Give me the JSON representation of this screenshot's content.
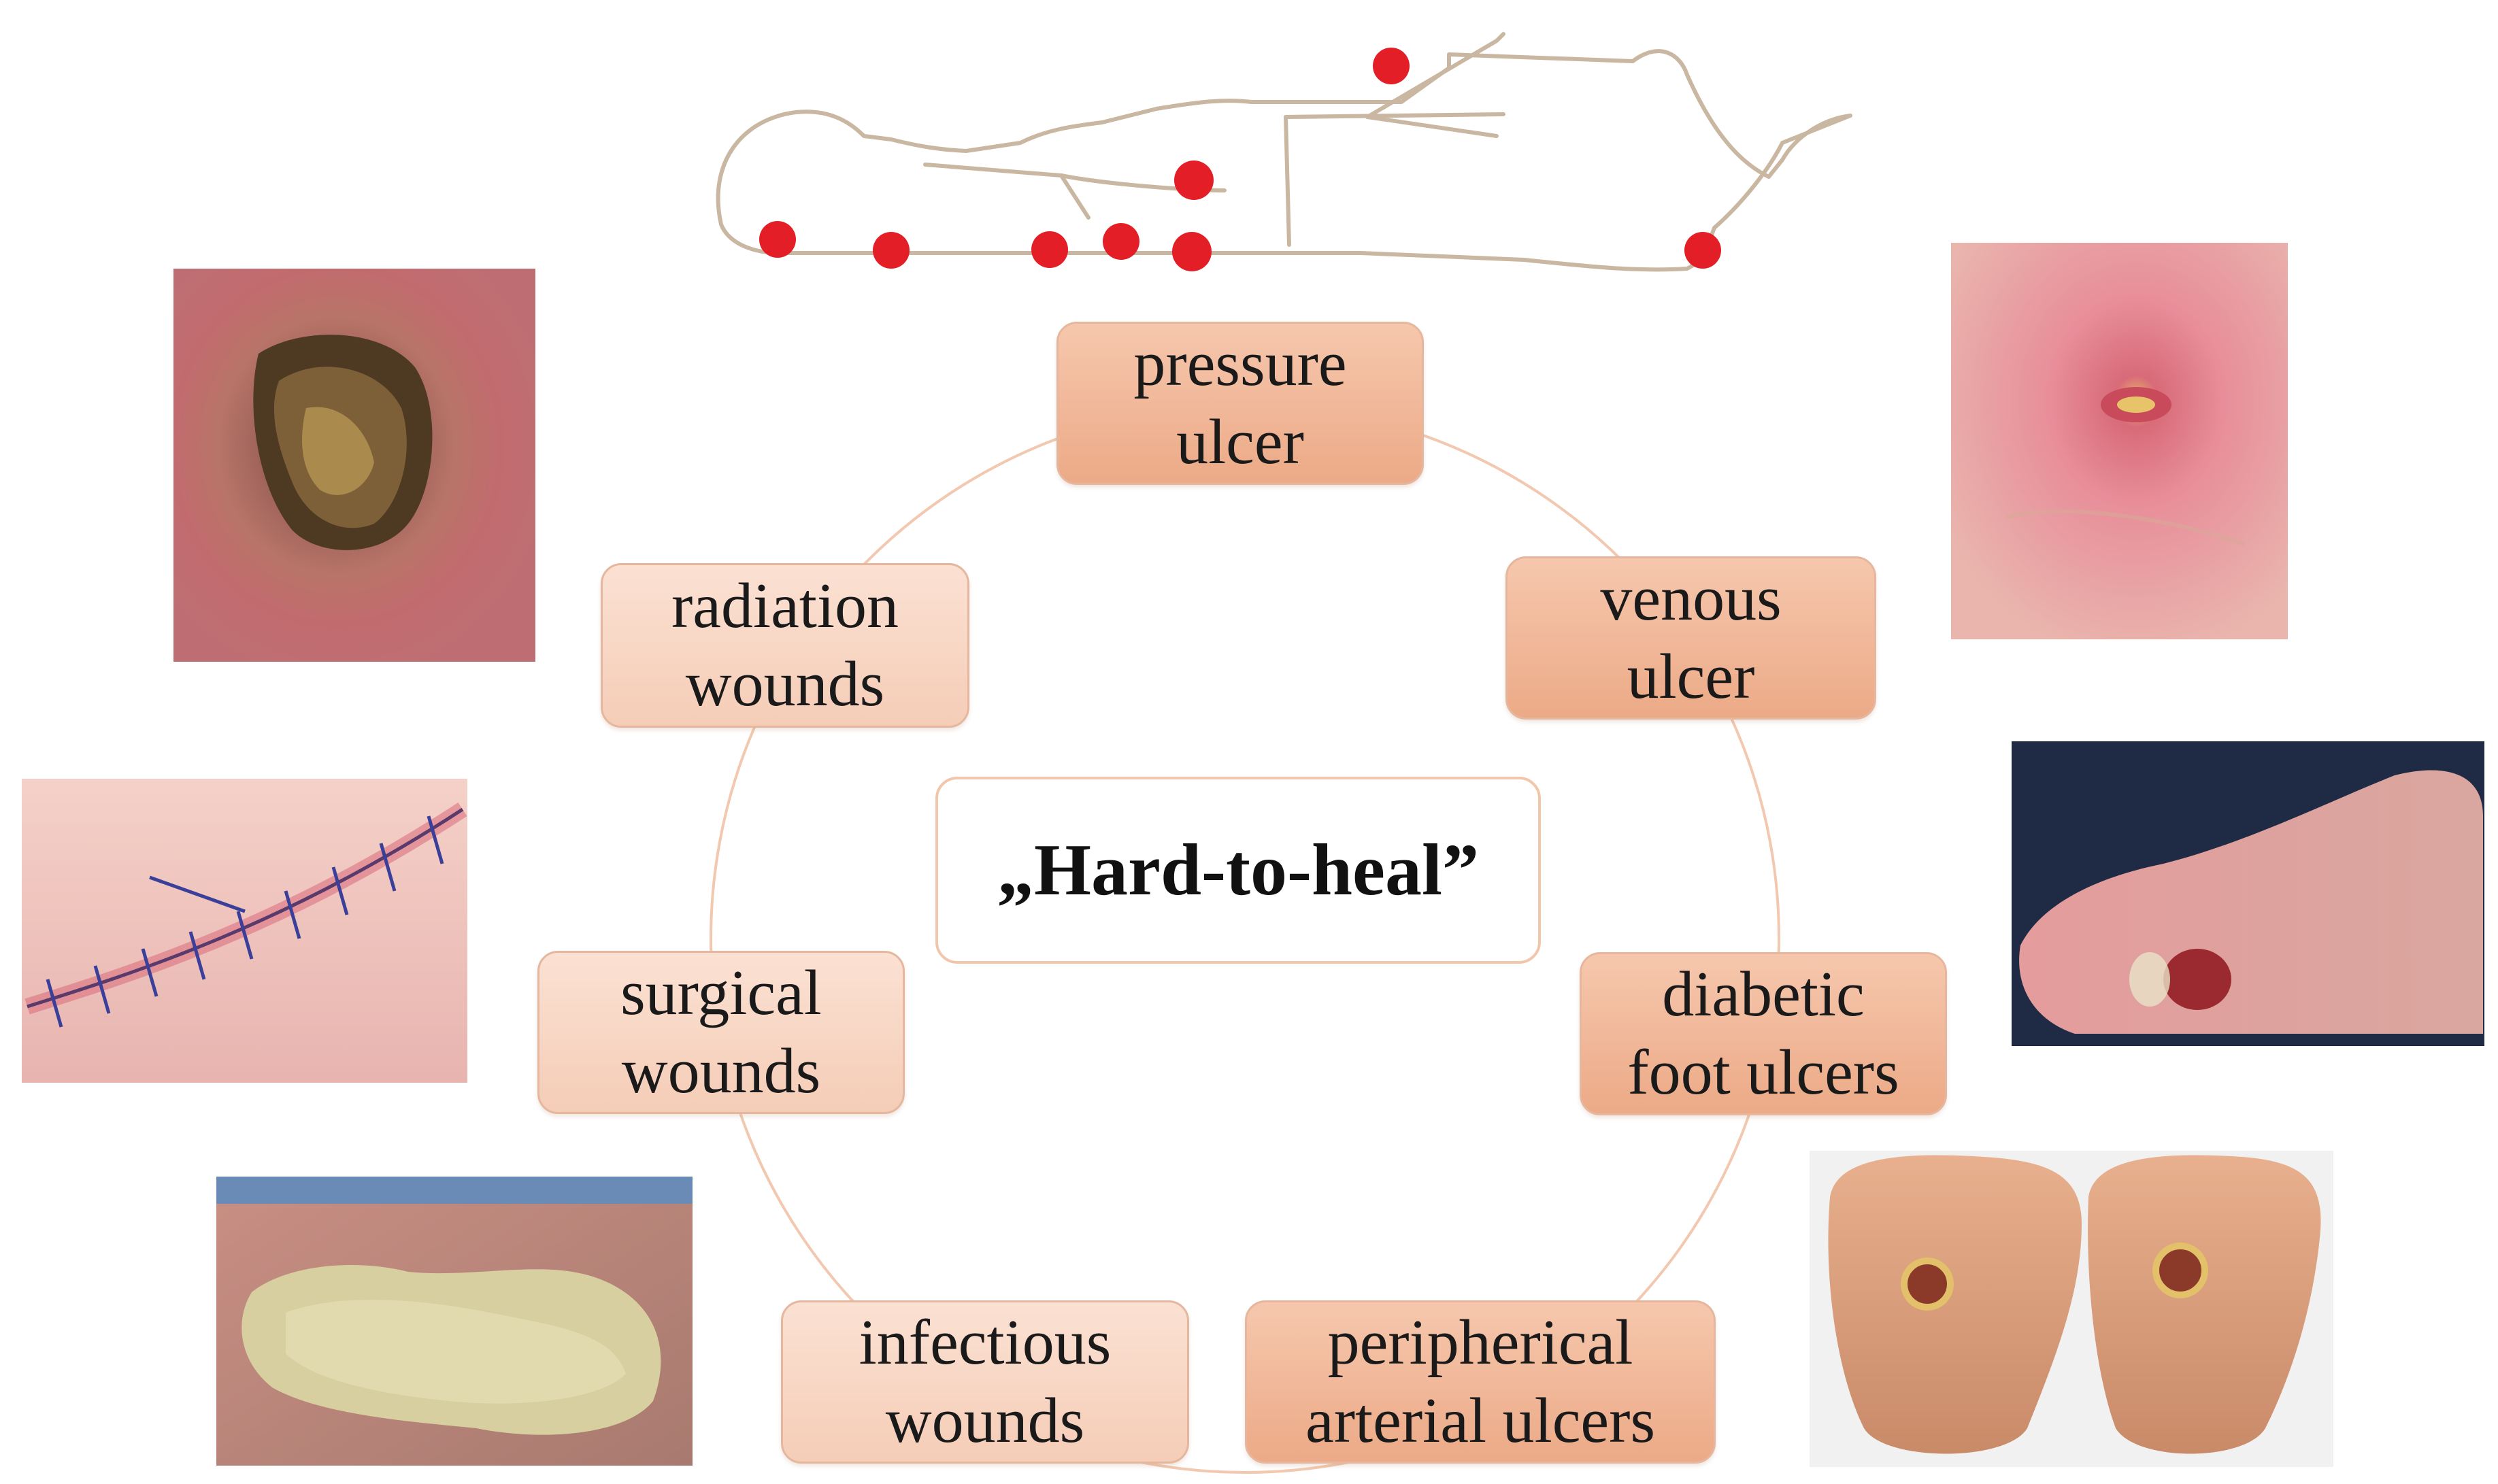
{
  "center_label": "„Hard-to-heal”",
  "wound_types": [
    {
      "id": "pressure-ulcer",
      "line1": "pressure",
      "line2": "ulcer"
    },
    {
      "id": "venous-ulcer",
      "line1": "venous",
      "line2": "ulcer"
    },
    {
      "id": "diabetic-foot-ulcers",
      "line1": "diabetic",
      "line2": "foot ulcers"
    },
    {
      "id": "peripherical-arterial-ulcers",
      "line1": "peripherical",
      "line2": "arterial ulcers"
    },
    {
      "id": "infectious-wounds",
      "line1": "infectious",
      "line2": "wounds"
    },
    {
      "id": "surgical-wounds",
      "line1": "surgical",
      "line2": "wounds"
    },
    {
      "id": "radiation-wounds",
      "line1": "radiation",
      "line2": "wounds"
    }
  ],
  "colors": {
    "pressure_point": "#e41e26",
    "ring": "#f2c9b0",
    "node_dark": "#ecaa87",
    "node_light": "#f5cdb7",
    "body_outline": "#c9b7a2"
  }
}
